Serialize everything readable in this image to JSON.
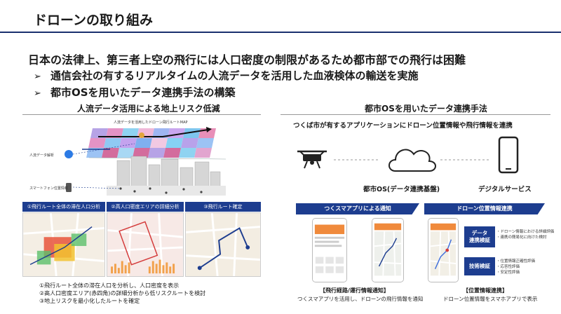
{
  "slide_title": "ドローンの取り組み",
  "headline": "日本の法律上、第三者上空の飛行には人口密度の制限があるため都市部での飛行は困難",
  "bullets": [
    "通信会社の有するリアルタイムの人流データを活用した血液検体の輸送を実施",
    "都市OSを用いたデータ連携手法の構築"
  ],
  "bullet_marker": "➢",
  "left_section": {
    "title": "人流データ活用による地上リスク低減",
    "illustration": {
      "caption": "人流データを活用したドローン飛行ルートMAP",
      "label_people": "人流データ解析",
      "label_phone": "スマートフォン位置情報"
    },
    "tabs": [
      "①飛行ルート全体の滞在人口分析",
      "②高人口密度エリアの詳細分析",
      "③飛行ルート確定"
    ],
    "notes": [
      "①飛行ルート全体の滞在人口を分析し、人口密度を表示",
      "②高人口密度エリア(赤四角)の詳細分析から低リスクルートを検討",
      "③地上リスクを最小化したルートを確定"
    ]
  },
  "right_section": {
    "title": "都市OSを用いたデータ連携手法",
    "subtitle": "つくば市が有するアプリケーションにドローン位置情報や飛行情報を連携",
    "flow": {
      "city_os_label": "都市OS(データ連携基盤)",
      "device_label": "デジタルサービス",
      "icons": [
        "drone-icon",
        "cloud-icon",
        "smartphone-icon"
      ]
    },
    "left_tab": "つくスマアプリによる通知",
    "right_tab": "ドローン位置情報連携",
    "verify": [
      {
        "label": "データ\n連携検証",
        "items": [
          "・ドローン情報における詳細評価",
          "・連携の簡易化に向けた検討"
        ]
      },
      {
        "label": "技術検証",
        "items": [
          "・位置情報正確性評価",
          "・応答性評価",
          "・安定性評価"
        ]
      }
    ],
    "caption_left_bold": "【飛行経路/運行情報通知】",
    "caption_left": "つくスマアプリを活用し、ドローンの飛行情報を通知",
    "caption_right_bold": "【位置情報連携】",
    "caption_right": "ドローン位置情報をスマホアプリで表示"
  },
  "colors": {
    "navy": "#1d3d8f",
    "header_rule": "#1a2f6e"
  }
}
